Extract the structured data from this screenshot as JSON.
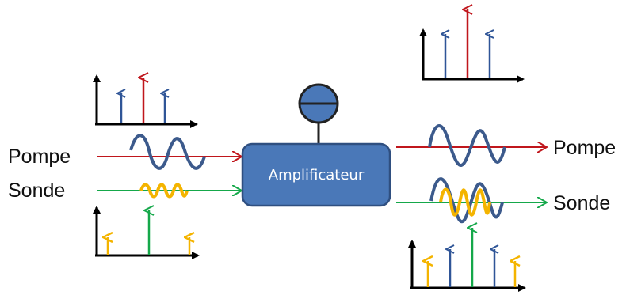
{
  "input": {
    "pump_label": "Pompe",
    "signal_label": "Sonde"
  },
  "amplifier": {
    "label": "Amplificateur"
  },
  "output": {
    "pump_label": "Pompe",
    "signal_label": "Sonde"
  },
  "colors": {
    "pump": "#c0161c",
    "signal": "#15a84a",
    "wave": "#3c5a8c",
    "idler_small": "#f4b400",
    "spectral_blue": "#2f5597",
    "box_fill": "#4a78b8",
    "box_stroke": "#2f4f80",
    "axis": "#000000"
  }
}
